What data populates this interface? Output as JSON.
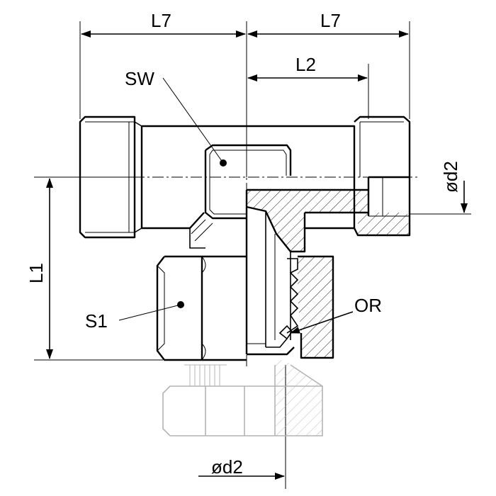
{
  "labels": {
    "l7_left": "L7",
    "l7_right": "L7",
    "l2": "L2",
    "l1": "L1",
    "sw": "SW",
    "s1": "S1",
    "or": "OR",
    "od2_right": "ød2",
    "od2_bottom": "ød2"
  }
}
